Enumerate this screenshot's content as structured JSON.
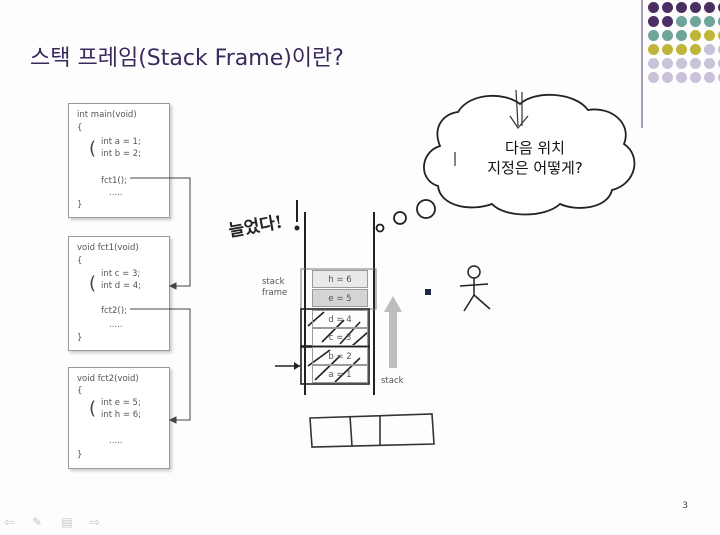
{
  "slide": {
    "title": "스택 프레임(Stack Frame)이란?",
    "page_number": "3"
  },
  "code_boxes": [
    {
      "header": "int main(void)",
      "open": "{",
      "lines": [
        "int a = 1;",
        "int b = 2;"
      ],
      "call": "fct1();",
      "dots": ".....",
      "close": "}"
    },
    {
      "header": "void fct1(void)",
      "open": "{",
      "lines": [
        "int c = 3;",
        "int d = 4;"
      ],
      "call": "fct2();",
      "dots": ".....",
      "close": "}"
    },
    {
      "header": "void fct2(void)",
      "open": "{",
      "lines": [
        "int e = 5;",
        "int h = 6;"
      ],
      "dots": ".....",
      "close": "}"
    }
  ],
  "stack": {
    "frame_label_line1": "stack",
    "frame_label_line2": "frame",
    "cells": [
      "h = 6",
      "e = 5",
      "d = 4",
      "c = 3",
      "b = 2",
      "a = 1"
    ],
    "direction_label": "stack"
  },
  "annotations": {
    "handwritten_note": "늘었다!",
    "thought_line1": "다음 위치",
    "thought_line2": "지정은 어떻게?"
  },
  "colors": {
    "title": "#3a2a5c",
    "accent_purple": "#4b2f62",
    "accent_teal": "#6fa49a",
    "accent_olive": "#bfb53b",
    "accent_lavender": "#c9c2d8"
  }
}
